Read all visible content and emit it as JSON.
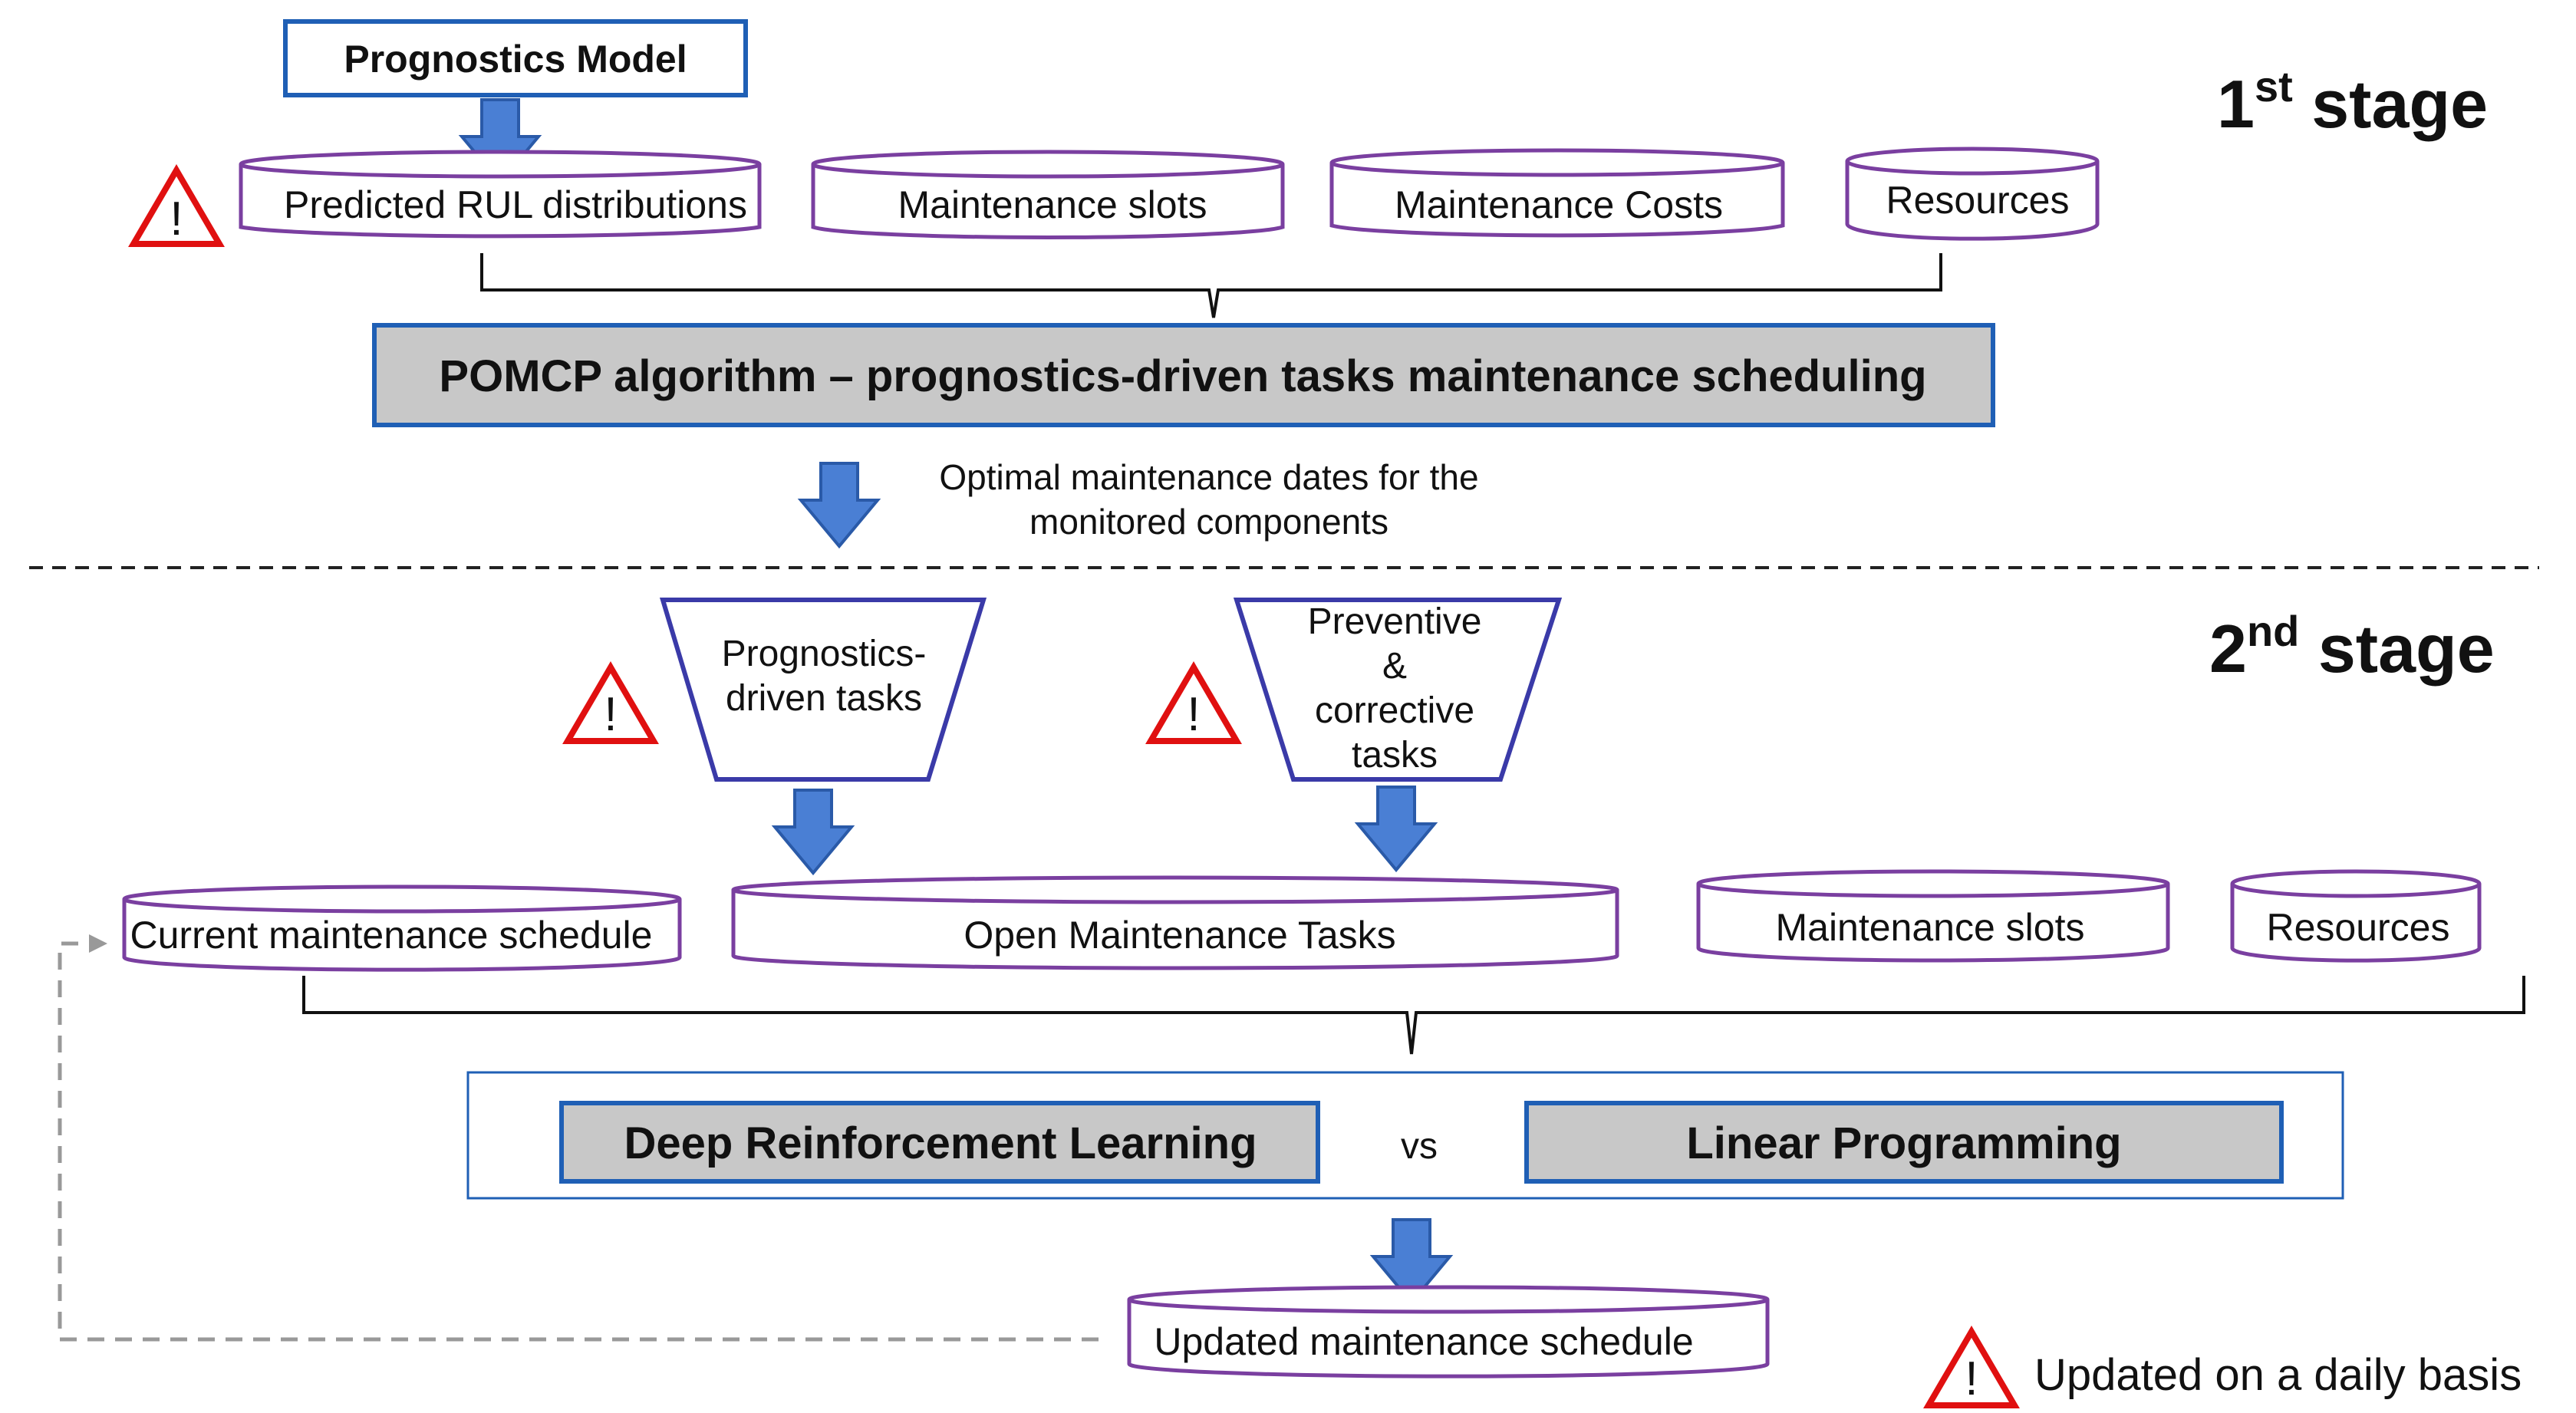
{
  "stage1": {
    "title_prefix": "1",
    "title_sup": "st",
    "title_suffix": " stage",
    "model_box": "Prognostics Model",
    "inputs": [
      "Predicted RUL distributions",
      "Maintenance slots",
      "Maintenance Costs",
      "Resources"
    ],
    "algorithm": "POMCP algorithm  – prognostics-driven tasks maintenance scheduling",
    "output_line1": "Optimal maintenance dates for the",
    "output_line2": "monitored components"
  },
  "stage2": {
    "title_prefix": "2",
    "title_sup": "nd",
    "title_suffix": " stage",
    "funnel1_line1": "Prognostics-",
    "funnel1_line2": "driven tasks",
    "funnel2_line1": "Preventive",
    "funnel2_line2": "&",
    "funnel2_line3": "corrective",
    "funnel2_line4": "tasks",
    "inputs": [
      "Current maintenance schedule",
      "Open Maintenance Tasks",
      "Maintenance slots",
      "Resources"
    ],
    "method1": "Deep Reinforcement Learning",
    "vs": "vs",
    "method2": "Linear Programming",
    "output": "Updated maintenance schedule"
  },
  "legend": {
    "warning_symbol": "!",
    "text": "Updated  on a daily basis"
  },
  "colors": {
    "cylinder_border": "#7a3fa0",
    "arrow_fill": "#4a7fd4",
    "box_blue": "#1f5fb5",
    "box_gray": "#c8c8c8",
    "warning_red": "#e01010",
    "funnel_border": "#3a3aa8",
    "dashed_gray": "#999999"
  }
}
